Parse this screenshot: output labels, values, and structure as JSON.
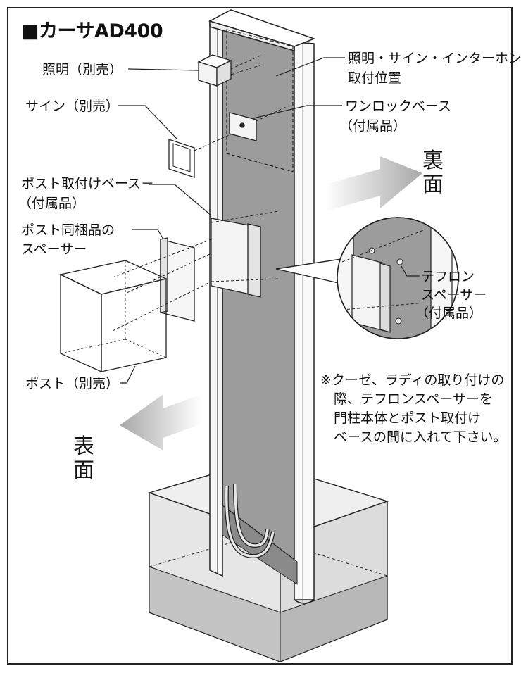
{
  "title": "■カーサAD400",
  "labels": {
    "lighting": "照明（別売）",
    "sign": "サイン（別売）",
    "mount_position_1": "照明・サイン・インターホン",
    "mount_position_2": "取付位置",
    "one_lock_base_1": "ワンロックベース",
    "one_lock_base_2": "（付属品）",
    "post_base_1": "ポスト取付けベース－",
    "post_base_2": "（付属品）",
    "spacer_bundled_1": "ポスト同梱品の",
    "spacer_bundled_2": "スペーサー",
    "post": "ポスト（別売）",
    "teflon_1": "テフロン",
    "teflon_2": "スペーサー",
    "teflon_3": "（付属品）",
    "back_1": "裏",
    "back_2": "面",
    "front_1": "表",
    "front_2": "面"
  },
  "note": "※クーゼ、ラディの取り付けの\n　際、テフロンスペーサーを\n　門柱本体とポスト取付け\n　ベースの間に入れて下さい。",
  "colors": {
    "panel": "#9a9a9a",
    "post_white": "#f7f7f7",
    "line": "#222222",
    "arrow": "#b8b8b8",
    "foundation": "#e4e4e4"
  }
}
